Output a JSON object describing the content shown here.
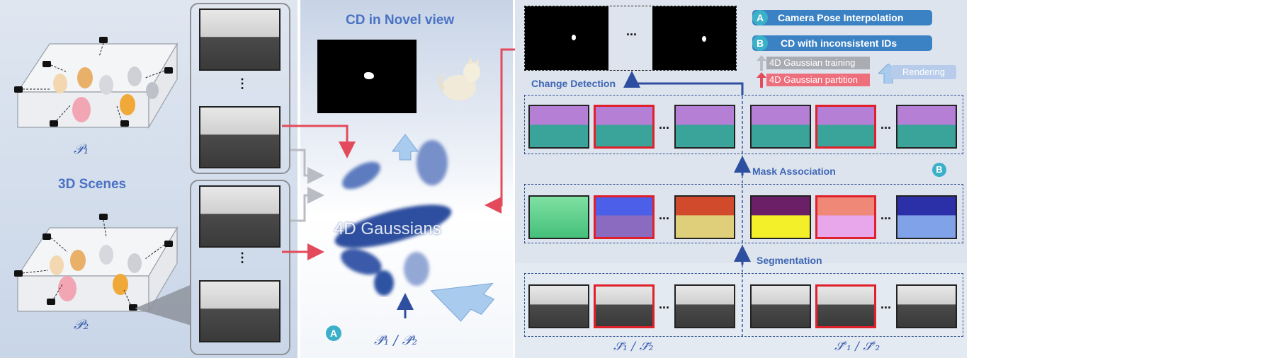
{
  "left": {
    "scene_label": "3D Scenes",
    "p1_label": "𝒫₁",
    "p2_label": "𝒫₂"
  },
  "middle": {
    "title": "CD in Novel view",
    "gaussians_label": "4D Gaussians",
    "input_label": "𝒫̃₁ / 𝒫̃₂",
    "badge_a": "A"
  },
  "right": {
    "change_detection_label": "Change Detection",
    "mask_association_label": "Mask Association",
    "segmentation_label": "Segmentation",
    "s_label_left": "𝒮̃₁ / 𝒮̃₂",
    "s_label_right": "𝒮̃′₁ / 𝒮̃′₂",
    "badge_b": "B",
    "ellipsis": "..."
  },
  "legend": {
    "a_letter": "A",
    "a_text": "Camera Pose Interpolation",
    "b_letter": "B",
    "b_text": "CD with inconsistent IDs",
    "gray_text": "4D Gaussian training",
    "red_text": "4D Gaussian partition",
    "rendering_text": "Rendering"
  },
  "colors": {
    "accent_blue": "#3f66b5",
    "arrow_red": "#e34b5c",
    "arrow_gray": "#b9bcc2",
    "badge_teal": "#3bb0c9",
    "pill_blue": "#3b82c4"
  }
}
